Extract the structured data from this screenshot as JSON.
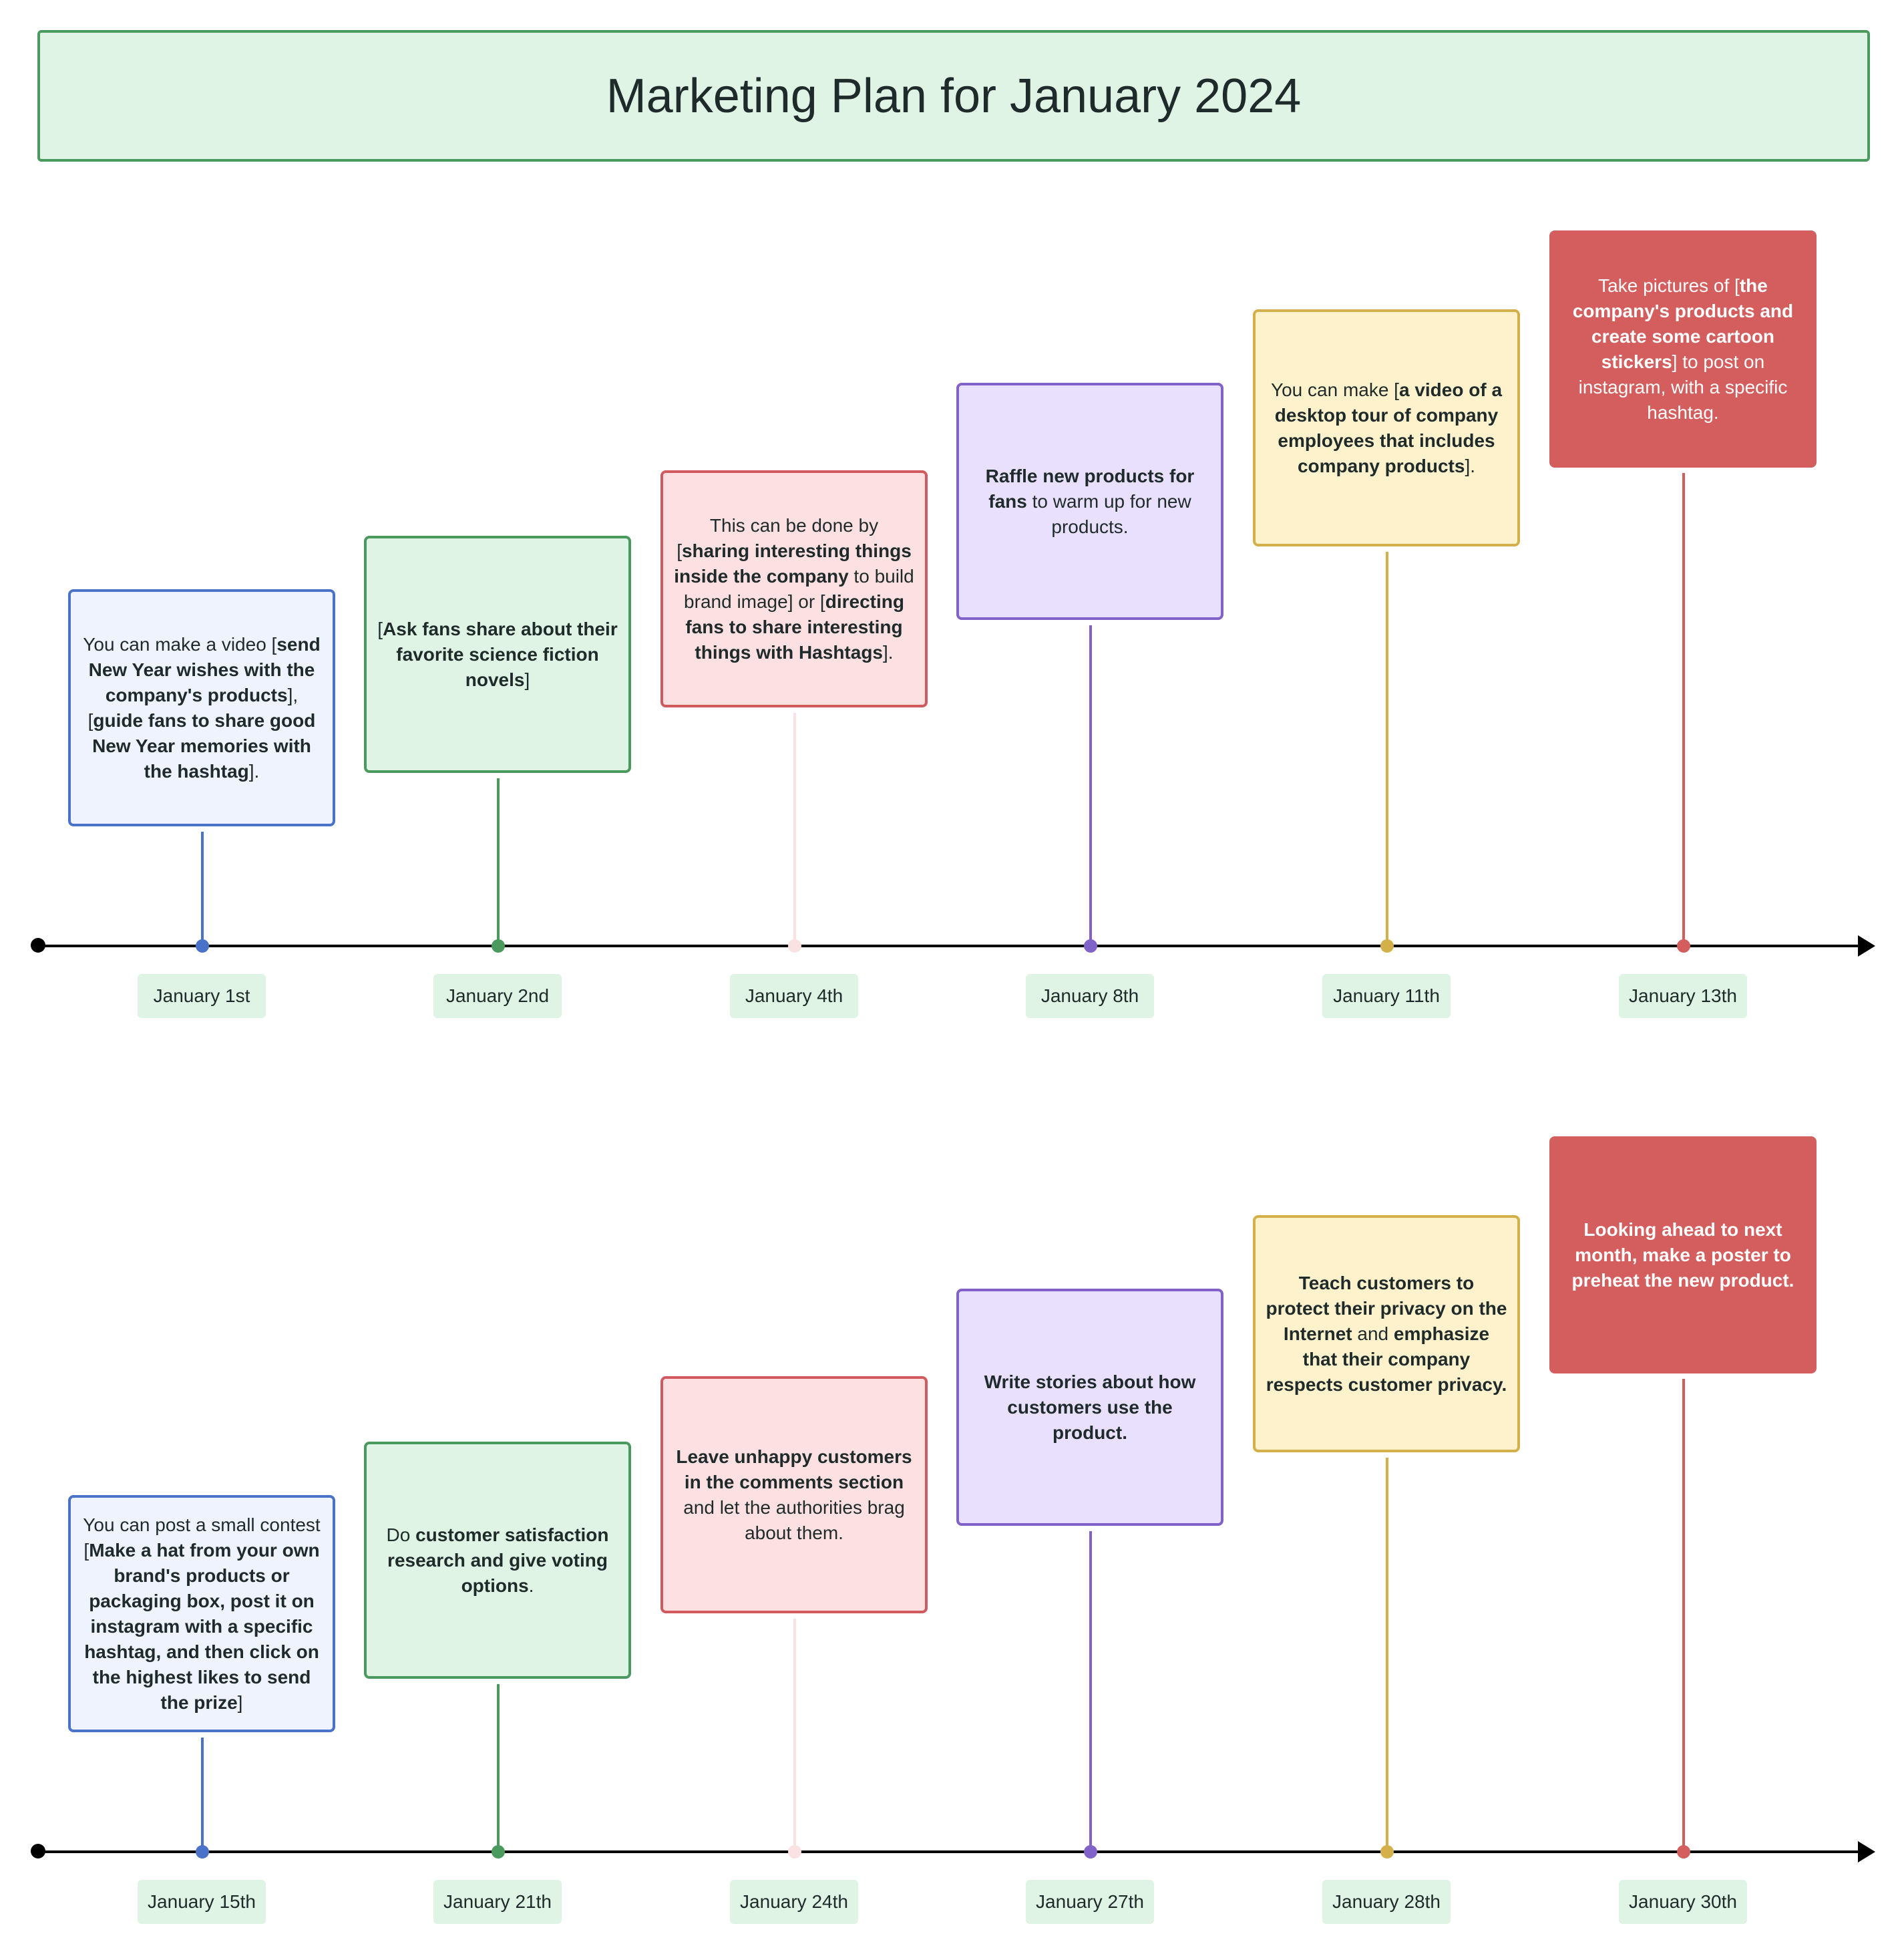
{
  "title": "Marketing Plan for January 2024",
  "colors": {
    "title_bg": "#dff4e5",
    "title_border": "#4a9a5e",
    "blue": "#4a72c8",
    "green": "#4a9a5e",
    "pink": "#d05a5d",
    "purple": "#8062c8",
    "yellow": "#d4b04a",
    "red": "#d45d5d"
  },
  "rows": [
    {
      "events": [
        {
          "date": "January 1st",
          "color": "blue",
          "text": [
            {
              "t": "You can make a video ["
            },
            {
              "t": "send New Year wishes with the company's products",
              "b": true
            },
            {
              "t": "], ["
            },
            {
              "t": "guide fans to share good New Year memories with the hashtag",
              "b": true
            },
            {
              "t": "]."
            }
          ]
        },
        {
          "date": "January 2nd",
          "color": "green",
          "text": [
            {
              "t": "["
            },
            {
              "t": "Ask fans share about their favorite science fiction novels",
              "b": true
            },
            {
              "t": "]"
            }
          ]
        },
        {
          "date": "January 4th",
          "color": "pink",
          "text": [
            {
              "t": "This can be done by ["
            },
            {
              "t": "sharing interesting things inside the company",
              "b": true
            },
            {
              "t": " to build brand image] or ["
            },
            {
              "t": "directing fans to share interesting things with Hashtags",
              "b": true
            },
            {
              "t": "]."
            }
          ]
        },
        {
          "date": "January 8th",
          "color": "purple",
          "text": [
            {
              "t": "Raffle new products for fans",
              "b": true
            },
            {
              "t": " to warm up for new products."
            }
          ]
        },
        {
          "date": "January 11th",
          "color": "yellow",
          "text": [
            {
              "t": "You can make ["
            },
            {
              "t": "a video of a desktop tour of company employees that includes company products",
              "b": true
            },
            {
              "t": "]."
            }
          ]
        },
        {
          "date": "January 13th",
          "color": "red",
          "text": [
            {
              "t": "Take pictures of ["
            },
            {
              "t": "the company's products and create some cartoon stickers",
              "b": true
            },
            {
              "t": "] to post on instagram, with a specific hashtag."
            }
          ]
        }
      ]
    },
    {
      "events": [
        {
          "date": "January 15th",
          "color": "blue",
          "text": [
            {
              "t": "You can post a small contest ["
            },
            {
              "t": "Make a hat from your own brand's products or packaging box, post it on instagram with a specific hashtag, and then click on the highest likes to send the prize",
              "b": true
            },
            {
              "t": "]"
            }
          ]
        },
        {
          "date": "January 21th",
          "color": "green",
          "text": [
            {
              "t": "Do "
            },
            {
              "t": "customer satisfaction research and give voting options",
              "b": true
            },
            {
              "t": "."
            }
          ]
        },
        {
          "date": "January 24th",
          "color": "pink",
          "text": [
            {
              "t": "Leave unhappy customers in the comments section",
              "b": true
            },
            {
              "t": " and let the authorities brag about them."
            }
          ]
        },
        {
          "date": "January 27th",
          "color": "purple",
          "text": [
            {
              "t": "Write stories about how customers use the product.",
              "b": true
            }
          ]
        },
        {
          "date": "January 28th",
          "color": "yellow",
          "text": [
            {
              "t": "Teach customers to protect their privacy on the Internet",
              "b": true
            },
            {
              "t": " and "
            },
            {
              "t": "emphasize that their company respects customer privacy.",
              "b": true
            }
          ]
        },
        {
          "date": "January 30th",
          "color": "red",
          "text": [
            {
              "t": "Looking ahead to next month, make a poster to preheat the new product.",
              "b": true
            }
          ]
        }
      ]
    }
  ]
}
